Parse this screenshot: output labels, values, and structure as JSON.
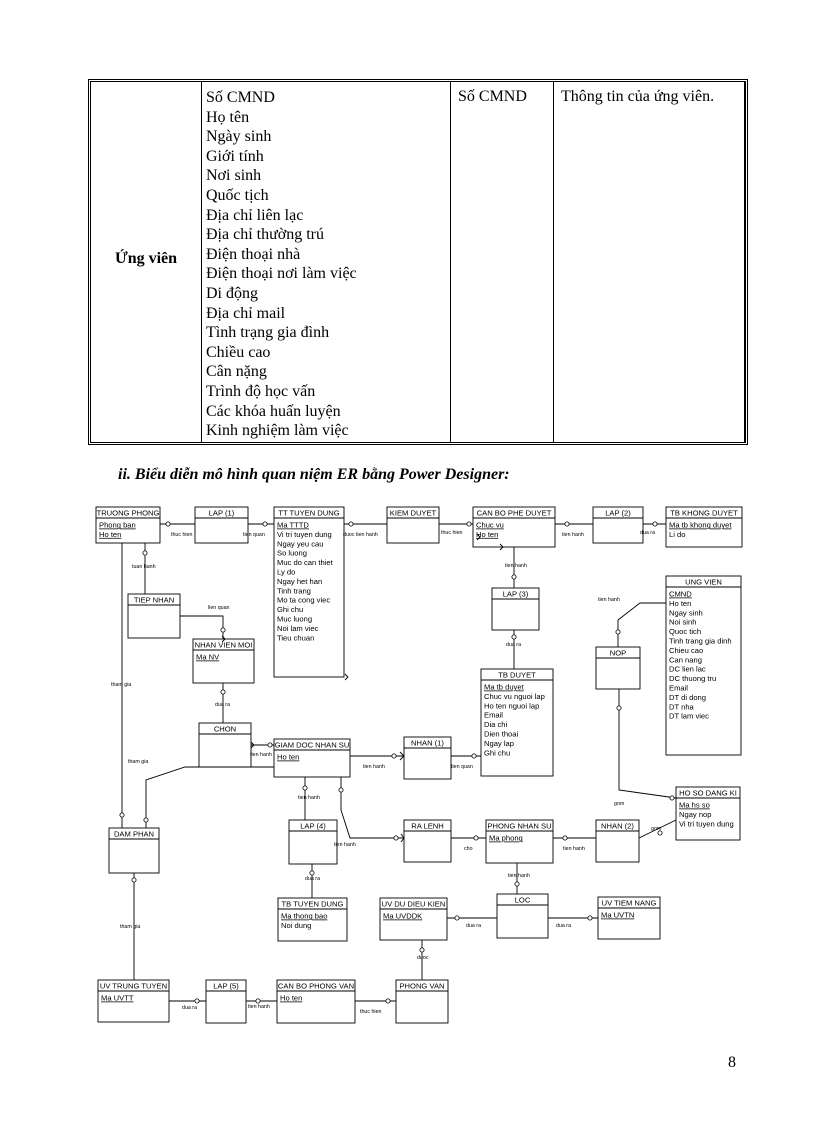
{
  "table": {
    "entity": "Ứng viên",
    "attributes": [
      "Số CMND",
      "Họ tên",
      "Ngày sinh",
      "Giới tính",
      "Nơi sinh",
      "Quốc tịch",
      "Địa chỉ liên lạc",
      "Địa chỉ thường trú",
      "Điện thoại nhà",
      "Điện thoại nơi làm việc",
      "Di động",
      "Địa chỉ mail",
      "Tình trạng gia đình",
      "Chiều cao",
      "Cân nặng",
      "Trình độ học vấn",
      "Các khóa huấn luyện",
      "Kinh nghiệm làm việc"
    ],
    "key": "Số CMND",
    "description": "Thông tin của ứng viên."
  },
  "caption": "ii. Biểu diễn mô hình quan niệm ER bằng Power Designer:",
  "page_number": "8",
  "diagram": {
    "entities": {
      "truong_phong": {
        "title": "TRUONG PHONG",
        "attrs": [
          {
            "t": "Phong ban",
            "u": true
          },
          {
            "t": "Ho ten",
            "u": true
          }
        ]
      },
      "tt_tuyen_dung": {
        "title": "TT TUYEN DUNG",
        "attrs": [
          {
            "t": "Ma TTTD",
            "u": true
          },
          {
            "t": "Vi tri tuyen dung"
          },
          {
            "t": "Ngay yeu cau"
          },
          {
            "t": "So luong"
          },
          {
            "t": "Muc do can thiet"
          },
          {
            "t": "Ly do"
          },
          {
            "t": "Ngay het han"
          },
          {
            "t": "Tinh trang"
          },
          {
            "t": "Mo ta cong viec"
          },
          {
            "t": "Ghi chu"
          },
          {
            "t": "Muc luong"
          },
          {
            "t": "Noi lam viec"
          },
          {
            "t": "Tieu chuan"
          }
        ]
      },
      "can_bo_phe_duyet": {
        "title": "CAN BO PHE DUYET",
        "attrs": [
          {
            "t": "Chuc vu",
            "u": true
          },
          {
            "t": "Ho ten",
            "u": true
          }
        ]
      },
      "tb_khong_duyet": {
        "title": "TB KHONG DUYET",
        "attrs": [
          {
            "t": "Ma tb khong duyet",
            "u": true
          },
          {
            "t": "Li do"
          }
        ]
      },
      "ung_vien": {
        "title": "UNG VIEN",
        "attrs": [
          {
            "t": "CMND",
            "u": true
          },
          {
            "t": "Ho ten"
          },
          {
            "t": "Ngay sinh"
          },
          {
            "t": "Noi sinh"
          },
          {
            "t": "Quoc tich"
          },
          {
            "t": "Tinh trang gia dinh"
          },
          {
            "t": "Chieu cao"
          },
          {
            "t": "Can nang"
          },
          {
            "t": "DC lien lac"
          },
          {
            "t": "DC thuong tru"
          },
          {
            "t": "Email"
          },
          {
            "t": "DT di dong"
          },
          {
            "t": "DT nha"
          },
          {
            "t": "DT lam viec"
          }
        ]
      },
      "nhan_vien_moi": {
        "title": "NHAN VIEN MOI",
        "attrs": [
          {
            "t": "Ma NV",
            "u": true
          }
        ]
      },
      "tb_duyet": {
        "title": "TB DUYET",
        "attrs": [
          {
            "t": "Ma tb duyet",
            "u": true
          },
          {
            "t": "Chuc vu nguoi lap"
          },
          {
            "t": "Ho ten nguoi lap"
          },
          {
            "t": "Email"
          },
          {
            "t": "Dia chi"
          },
          {
            "t": "Dien thoai"
          },
          {
            "t": "Ngay lap"
          },
          {
            "t": "Ghi chu"
          }
        ]
      },
      "giam_doc_nhan_su": {
        "title": "GIAM DOC NHAN SU",
        "attrs": [
          {
            "t": "Ho ten",
            "u": true
          }
        ]
      },
      "ho_so_dang_ki": {
        "title": "HO SO DANG KI",
        "attrs": [
          {
            "t": "Ma hs so",
            "u": true
          },
          {
            "t": "Ngay nop"
          },
          {
            "t": "Vi tri tuyen dung"
          }
        ]
      },
      "phong_nhan_su": {
        "title": "PHONG NHAN SU",
        "attrs": [
          {
            "t": "Ma phong",
            "u": true
          }
        ]
      },
      "tb_tuyen_dung": {
        "title": "TB TUYEN DUNG",
        "attrs": [
          {
            "t": "Ma thong bao",
            "u": true
          },
          {
            "t": "Noi dung"
          }
        ]
      },
      "uv_du_dieu_kien": {
        "title": "UV DU DIEU KIEN",
        "attrs": [
          {
            "t": "Ma UVDDK",
            "u": true
          }
        ]
      },
      "uv_tiem_nang": {
        "title": "UV TIEM NANG",
        "attrs": [
          {
            "t": "Ma UVTN",
            "u": true
          }
        ]
      },
      "uv_trung_tuyen": {
        "title": "UV TRUNG TUYEN",
        "attrs": [
          {
            "t": "Ma UVTT",
            "u": true
          }
        ]
      },
      "can_bo_phong_van": {
        "title": "CAN BO PHONG VAN",
        "attrs": [
          {
            "t": "Ho ten",
            "u": true
          }
        ]
      },
      "dam_phan": {
        "title": "DAM PHAN",
        "attrs": []
      }
    },
    "relationships": {
      "lap1": "LAP (1)",
      "kiem_duyet": "KIEM DUYET",
      "lap2": "LAP (2)",
      "lap3": "LAP (3)",
      "tiep_nhan": "TIEP NHAN",
      "nop": "NOP",
      "chon": "CHON",
      "nhan1": "NHAN (1)",
      "lap4": "LAP (4)",
      "ra_lenh": "RA LENH",
      "nhan2": "NHAN (2)",
      "loc": "LOC",
      "phong_van": "PHONG VAN",
      "lap5": "LAP (5)"
    },
    "roles": {
      "thuc_hien": "thuc hien",
      "tien_quan": "tien quan",
      "duoc_tien_hanh": "duoc tien hanh",
      "tien_hanh": "tien hanh",
      "dua_ra": "dua ra",
      "tuan_hanh": "tuan hanh",
      "lien_quan": "lien quan",
      "tham_gia": "tham gia",
      "gom": "gom",
      "cho": "cho",
      "duoc": "duoc"
    }
  }
}
